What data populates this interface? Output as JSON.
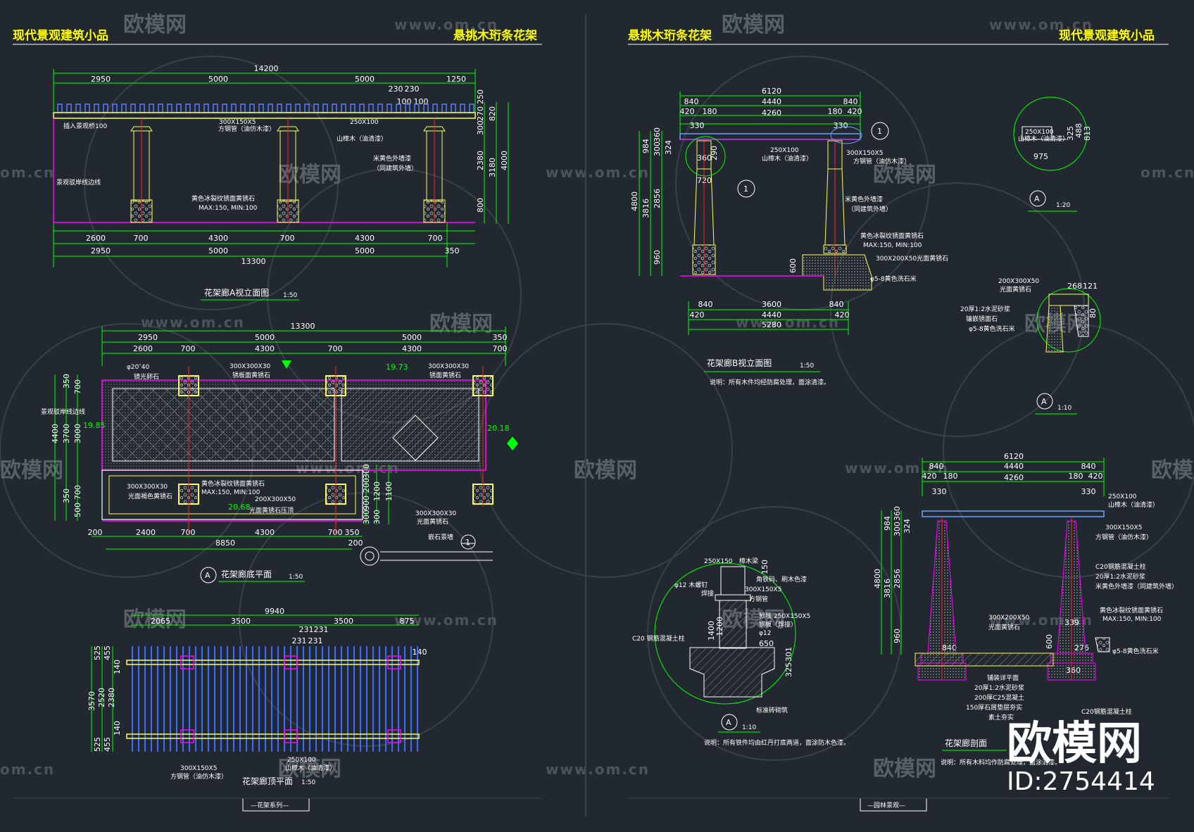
{
  "titles": {
    "left_left": "现代景观建筑小品",
    "left_right": "悬挑木珩条花架",
    "right_left": "悬挑木珩条花架",
    "right_right": "现代景观建筑小品"
  },
  "captions": {
    "elev_a": "花架廊A视立面图",
    "elev_a_scale": "1:50",
    "plan_bottom": "花架廊底平面",
    "plan_bottom_scale": "1:50",
    "plan_top": "花架廊顶平面",
    "plan_top_scale": "1:50",
    "elev_b": "花架廊B视立面图",
    "elev_b_scale": "1:50",
    "elev_b_note": "说明：所有木件均经防腐处理，面涂清漆。",
    "detail_a_scale_1": "1:20",
    "detail_a_scale_2": "1:10",
    "detail_a_scale_3": "1:10",
    "detail_a_note": "说明：所有铁件均由红丹打底两道，面涂防木色漆。",
    "section": "花架廊剖面",
    "section_note": "说明：所有木料均作防腐处理，面涂清漆。",
    "series_left": "—花架系列—",
    "series_right": "—园林景观—",
    "marker_a": "A",
    "marker_1": "1"
  },
  "dims": {
    "elev_a_top": [
      "14200",
      "2950",
      "5000",
      "5000",
      "1250",
      "230",
      "230",
      "100",
      "100"
    ],
    "elev_a_side": [
      "250",
      "270",
      "820",
      "300",
      "2380",
      "3180",
      "4000",
      "800"
    ],
    "elev_a_bottom1": [
      "2600",
      "700",
      "4300",
      "700",
      "4300",
      "700"
    ],
    "elev_a_bottom2": [
      "2950",
      "5000",
      "5000",
      "350"
    ],
    "elev_a_total": "13300",
    "plan_top_row": [
      "13300",
      "2950",
      "5000",
      "5000",
      "350",
      "2600",
      "700",
      "4300",
      "700",
      "4300",
      "700"
    ],
    "plan_left": [
      "350",
      "700",
      "4400",
      "3700",
      "3000",
      "350",
      "700",
      "500"
    ],
    "plan_bottom_row": [
      "200",
      "2400",
      "700",
      "4300",
      "700",
      "350",
      "8850",
      "200"
    ],
    "plan_right": [
      "300",
      "200",
      "900",
      "1200",
      "1100",
      "300",
      "300"
    ],
    "top_plan_top": [
      "9940",
      "2065",
      "3500",
      "3500",
      "875",
      "231",
      "231",
      "231",
      "231"
    ],
    "top_plan_left": [
      "525",
      "455",
      "140",
      "3570",
      "2520",
      "2380",
      "140",
      "525",
      "455"
    ],
    "top_plan_right": "140",
    "elev_b_top": [
      "6120",
      "840",
      "4440",
      "840",
      "420",
      "180",
      "4260",
      "180",
      "420",
      "330",
      "330"
    ],
    "elev_b_left": [
      "984",
      "360",
      "300",
      "324",
      "4800",
      "3816",
      "2856",
      "960",
      "600",
      "720",
      "360",
      "290"
    ],
    "elev_b_bottom": [
      "840",
      "3600",
      "840",
      "420",
      "4440",
      "420",
      "5280"
    ],
    "detail_a1": [
      "250X100",
      "325",
      "488",
      "813",
      "975"
    ],
    "detail_a2": [
      "268",
      "121",
      "80"
    ],
    "section_top": [
      "6120",
      "840",
      "4440",
      "840",
      "420",
      "180",
      "4260",
      "180",
      "420",
      "330",
      "330"
    ],
    "section_left": [
      "984",
      "360",
      "300",
      "324",
      "4800",
      "3816",
      "2856",
      "960",
      "600",
      "840",
      "360",
      "339",
      "276"
    ],
    "detail_b": [
      "250X150",
      "150",
      "1400",
      "1200",
      "650",
      "12",
      "301",
      "325"
    ],
    "levels": [
      "19.73",
      "19.85",
      "20.18",
      "20.68"
    ]
  },
  "labels": {
    "elev_a": [
      "插入景观桥100",
      "300X150X5",
      "方钢管（油仿木漆）",
      "250X100",
      "山樟木（油清漆）",
      "米黄色外墙漆",
      "（同建筑外墙）",
      "景观驳岸线边线",
      "黄色冰裂纹锈面黄锈石",
      "MAX:150, MIN:100"
    ],
    "plan": [
      "φ20″40",
      "镜光卵石",
      "300X300X30",
      "锈板面黄锈石",
      "300X300X30",
      "锈面黄锈石",
      "景观驳岸线边线",
      "300X300X30",
      "光面褐色黄锈石",
      "黄色冰裂纹锈面黄锈石",
      "MAX:150, MIN:100",
      "200X300X50",
      "光面黄锈石压顶",
      "300X300X30",
      "光面黄锈石",
      "嵌石景墙"
    ],
    "top_plan": [
      "300X150X5",
      "方钢管（油仿木漆）",
      "250X100",
      "山樟木（油清漆）"
    ],
    "elev_b": [
      "250X100",
      "山樟木（油清漆）",
      "300X150X5",
      "方钢管（油仿木漆）",
      "米黄色外墙漆",
      "（同建筑外墙）",
      "黄色冰裂纹锈面黄锈石",
      "MAX:150, MIN:100",
      "300X200X50光面黄锈石",
      "φ5-8黄色洗石米"
    ],
    "detail_a1": [
      "250X100",
      "山樟木（油清漆）"
    ],
    "detail_a2": [
      "200X300X50",
      "光面黄锈石",
      "20厚1:2水泥砂浆",
      "镶嵌锈面石",
      "φ5-8黄色洗石米"
    ],
    "detail_b": [
      "250X150",
      "樟木梁",
      "φ12 木螺钉",
      "焊接",
      "角铁码、刷木色漆",
      "300X150X5",
      "方钢管",
      "预埋 250X150X5",
      "钢板（焊接）",
      "φ12",
      "C20 钢筋混凝土柱",
      "标准砖砌筑"
    ],
    "section": [
      "250X100",
      "山樟木（油清漆）",
      "300X150X5",
      "方钢管（油仿木漆）",
      "C20钢筋混凝土柱",
      "20厚1:2水泥砂浆",
      "米黄色外墙漆（同建筑外墙）",
      "黄色冰裂纹锈面黄锈石",
      "MAX:150, MIN:100",
      "300X200X50",
      "光面黄锈石",
      "φ5-8黄色洗石米",
      "铺装详平面",
      "20厚1:2水泥砂浆",
      "200厚C25混凝土",
      "150厚石屑垫层夯实",
      "素土夯实",
      "C20钢筋混凝土柱"
    ]
  },
  "watermarks": {
    "brand": "欧模网",
    "url": "www.om.cn",
    "url_short": "om.cn",
    "big_brand": "欧模网",
    "id": "ID:2754414"
  },
  "colors": {
    "background": "#212830",
    "dimension": "#00ff00",
    "text": "#ffffff",
    "title": "#ffff00",
    "structure": "#ffff55",
    "column_axis": "#ff0000",
    "ground": "#ff00ff",
    "timber": "#3a6cff"
  }
}
